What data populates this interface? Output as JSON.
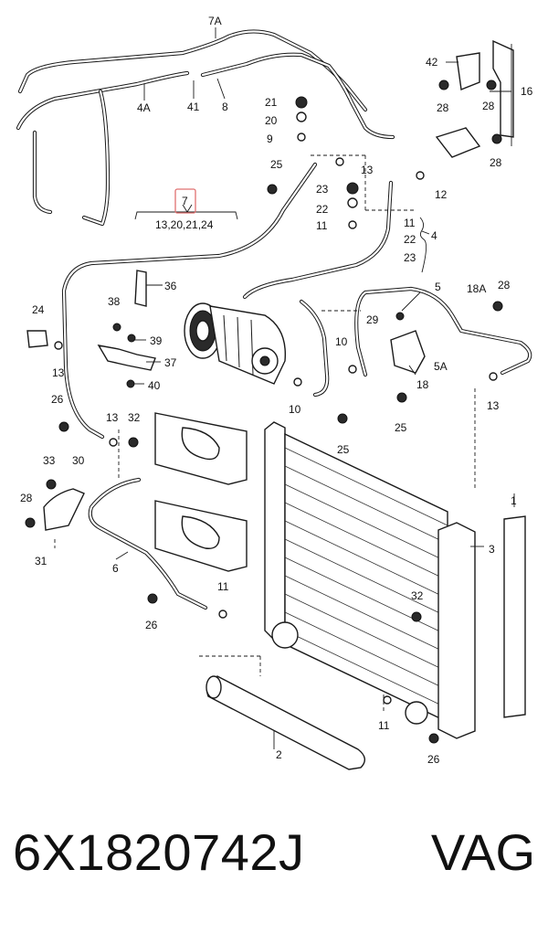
{
  "diagram": {
    "callouts": {
      "c7A": "7A",
      "c4A": "4A",
      "c41": "41",
      "c8": "8",
      "c42": "42",
      "c16": "16",
      "c28a": "28",
      "c28b": "28",
      "c28c": "28",
      "c21": "21",
      "c20": "20",
      "c9": "9",
      "c25a": "25",
      "c13a": "13",
      "c23a": "23",
      "c22a": "22",
      "c11a": "11",
      "c12": "12",
      "c7": "7",
      "c7sub": "13,20,21,24",
      "c11b": "11",
      "c22b": "22",
      "c23b": "23",
      "c4": "4",
      "c36": "36",
      "c24": "24",
      "c13b": "13",
      "c38": "38",
      "c39": "39",
      "c37": "37",
      "c40": "40",
      "c5": "5",
      "c18A": "18A",
      "c28d": "28",
      "c29": "29",
      "c5A": "5A",
      "c18": "18",
      "c10a": "10",
      "c10b": "10",
      "c13c": "13",
      "c25b": "25",
      "c25c": "25",
      "c26a": "26",
      "c13d": "13",
      "c32a": "32",
      "c33": "33",
      "c30": "30",
      "c28e": "28",
      "c31": "31",
      "c6": "6",
      "c1": "1",
      "c3": "3",
      "c11c": "11",
      "c26b": "26",
      "c32b": "32",
      "c2": "2",
      "c11d": "11",
      "c26c": "26"
    },
    "highlight_color": "#e07070"
  },
  "footer": {
    "part_number": "6X1820742J",
    "brand": "VAG"
  }
}
